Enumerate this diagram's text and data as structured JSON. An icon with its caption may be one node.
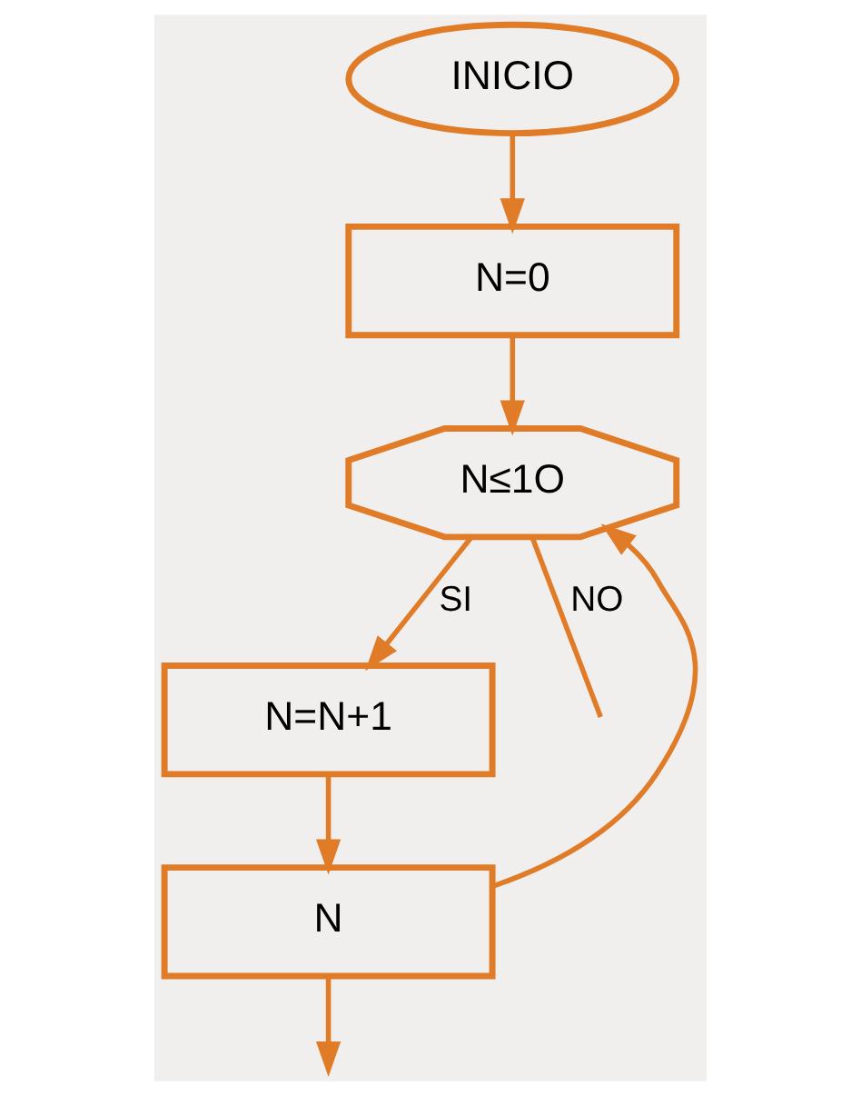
{
  "diagram": {
    "nodes": [
      {
        "text": [
          "INICIO"
        ]
      },
      {
        "text": [
          "N=0"
        ]
      },
      {
        "text": [
          "N≤1O"
        ]
      },
      {
        "text": [
          "N=N+1"
        ]
      },
      {
        "text": [
          "N"
        ]
      }
    ],
    "edges": [
      {
        "from": 0,
        "to": 1,
        "arrow": "to"
      },
      {
        "from": 1,
        "to": 2,
        "arrow": "to"
      },
      {
        "from": 2,
        "to": 3,
        "label": "SI",
        "arrow": "to"
      },
      {
        "from": 3,
        "to": 4,
        "arrow": "to"
      },
      {
        "from": 4,
        "to": null,
        "arrow": "to"
      },
      {
        "from": 4,
        "to": 2,
        "arrow": "to"
      },
      {
        "from": 2,
        "to": null,
        "label": "NO",
        "arrow": "none"
      }
    ]
  }
}
